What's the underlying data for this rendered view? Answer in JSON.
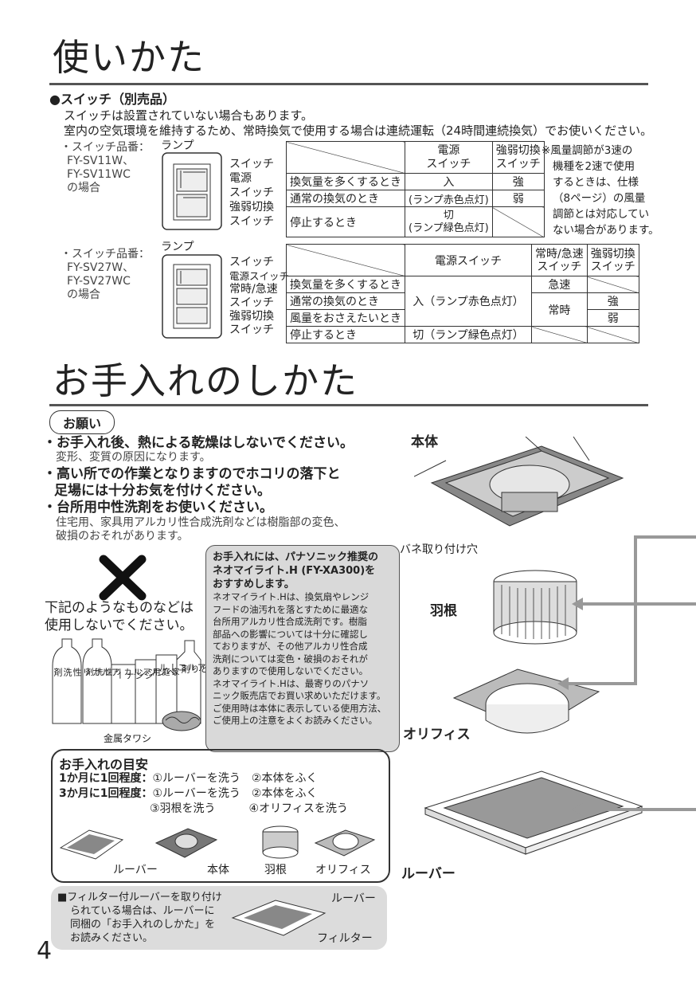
{
  "usage": {
    "title": "使いかた",
    "switch_heading": "●スイッチ（別売品）",
    "note1": "スイッチは設置されていない場合もあります。",
    "note2": "室内の空気環境を維持するため、常時換気で使用する場合は連続運転（24時間連続換気）でお使いください。",
    "model1": {
      "label_lines": [
        "・スイッチ品番：",
        "FY-SV11W、",
        "FY-SV11WC",
        "の場合"
      ],
      "lamp": "ランプ",
      "parts": [
        "スイッチ",
        "電源",
        "スイッチ",
        "強弱切換",
        "スイッチ"
      ],
      "table": {
        "headers": [
          "電源\nスイッチ",
          "強弱切換\nスイッチ"
        ],
        "rows": [
          {
            "label": "換気量を多くするとき",
            "power": "入",
            "speed": "強"
          },
          {
            "label": "通常の換気のとき",
            "power": "(ランプ赤色点灯)",
            "speed": "弱"
          },
          {
            "label": "停止するとき",
            "power": "切\n(ランプ緑色点灯)",
            "speed": ""
          }
        ]
      },
      "footnote_lines": [
        "※風量調節が3速の",
        "機種を2速で使用",
        "するときは、仕様",
        "（8ページ）の風量",
        "調節とは対応してい",
        "ない場合があります。"
      ]
    },
    "model2": {
      "label_lines": [
        "・スイッチ品番：",
        "FY-SV27W、",
        "FY-SV27WC",
        "の場合"
      ],
      "lamp": "ランプ",
      "parts": [
        "スイッチ",
        "電源スイッチ",
        "常時/急速",
        "スイッチ",
        "強弱切換",
        "スイッチ"
      ],
      "table": {
        "headers": [
          "電源スイッチ",
          "常時/急速\nスイッチ",
          "強弱切換\nスイッチ"
        ],
        "rows": [
          {
            "label": "換気量を多くするとき",
            "mode": "急速"
          },
          {
            "label": "通常の換気のとき",
            "power": "入（ランプ赤色点灯）",
            "mode": "常時",
            "speed": "強"
          },
          {
            "label": "風量をおさえたいとき",
            "speed": "弱"
          },
          {
            "label": "停止するとき",
            "power": "切（ランプ緑色点灯）"
          }
        ]
      }
    }
  },
  "care": {
    "title": "お手入れのしかた",
    "request_badge": "お願い",
    "bullets": [
      {
        "head": "・お手入れ後、熱による乾燥はしないでください。",
        "sub": "変形、変質の原因になります。"
      },
      {
        "head": "・高い所での作業となりますのでホコリの落下と",
        "head2": "足場には十分お気を付けください。"
      },
      {
        "head": "・台所用中性洗剤をお使いください。",
        "sub": "住宅用、家具用アルカリ性合成洗剤などは樹脂部の変色、",
        "sub2": "破損のおそれがあります。"
      }
    ],
    "dont_use": [
      "下記のようなものなどは",
      "使用しないでください。"
    ],
    "products": [
      "アルカリ性洗剤",
      "家庭用アルカリ性洗剤",
      "シンナー",
      "ベンジン",
      "アルコール",
      "かびとり剤"
    ],
    "scrubber": "金属タワシ",
    "recommend": {
      "bold_lines": [
        "お手入れには、パナソニック推奨の",
        "ネオマイライト.H (FY-XA300)を",
        "おすすめします。"
      ],
      "body_lines": [
        "ネオマイライト.Hは、換気扇やレンジ",
        "フードの油汚れを落とすために最適な",
        "台所用アルカリ性合成洗剤です。樹脂",
        "部品への影響については十分に確認し",
        "ておりますが、その他アルカリ性合成",
        "洗剤については変色・破損のおそれが",
        "ありますので使用しないでください。",
        "ネオマイライト.Hは、最寄りのパナソ",
        "ニック販売店でお買い求めいただけます。",
        "ご使用時は本体に表示している使用方法、",
        "ご使用上の注意をよくお読みください。"
      ]
    },
    "guide": {
      "title": "お手入れの目安",
      "row1_label": "1か月に1回程度：",
      "row1_items": "①ルーバーを洗う　②本体をふく",
      "row2_label": "3か月に1回程度：",
      "row2_items": "①ルーバーを洗う　②本体をふく",
      "row2_items_b": "③羽根を洗う　　　④オリフィスを洗う",
      "thumbs": [
        "ルーバー",
        "本体",
        "羽根",
        "オリフィス"
      ]
    },
    "filter_note": {
      "lines": [
        "■フィルター付ルーバーを取り付け",
        "られている場合は、ルーバーに",
        "同梱の「お手入れのしかた」を",
        "お読みください。"
      ],
      "louver": "ルーバー",
      "filter": "フィルター"
    },
    "diagram": {
      "body": "本体",
      "spring_hole": "バネ取り付け穴",
      "fan": "羽根",
      "orifice": "オリフィス",
      "louver": "ルーバー"
    }
  },
  "page_number": "4",
  "colors": {
    "rule": "#555555",
    "callout_box": "#d9d9d9",
    "arrow": "#999999"
  }
}
